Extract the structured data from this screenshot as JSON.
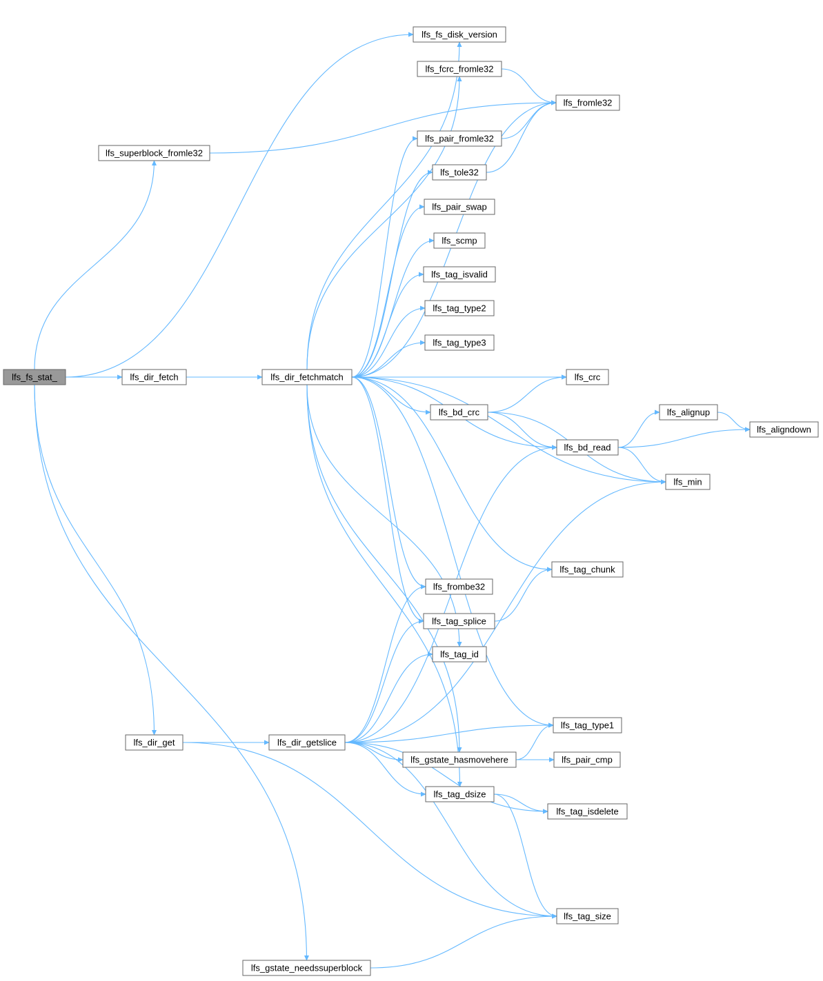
{
  "graph": {
    "root": "lfs_fs_stat_",
    "nodes": [
      {
        "id": "lfs_fs_stat_",
        "label": "lfs_fs_stat_"
      },
      {
        "id": "lfs_superblock_fromle32",
        "label": "lfs_superblock_fromle32"
      },
      {
        "id": "lfs_dir_fetch",
        "label": "lfs_dir_fetch"
      },
      {
        "id": "lfs_dir_get",
        "label": "lfs_dir_get"
      },
      {
        "id": "lfs_gstate_needssuperblock",
        "label": "lfs_gstate_needssuperblock"
      },
      {
        "id": "lfs_dir_fetchmatch",
        "label": "lfs_dir_fetchmatch"
      },
      {
        "id": "lfs_dir_getslice",
        "label": "lfs_dir_getslice"
      },
      {
        "id": "lfs_fs_disk_version",
        "label": "lfs_fs_disk_version"
      },
      {
        "id": "lfs_fcrc_fromle32",
        "label": "lfs_fcrc_fromle32"
      },
      {
        "id": "lfs_pair_fromle32",
        "label": "lfs_pair_fromle32"
      },
      {
        "id": "lfs_tole32",
        "label": "lfs_tole32"
      },
      {
        "id": "lfs_pair_swap",
        "label": "lfs_pair_swap"
      },
      {
        "id": "lfs_scmp",
        "label": "lfs_scmp"
      },
      {
        "id": "lfs_tag_isvalid",
        "label": "lfs_tag_isvalid"
      },
      {
        "id": "lfs_tag_type2",
        "label": "lfs_tag_type2"
      },
      {
        "id": "lfs_tag_type3",
        "label": "lfs_tag_type3"
      },
      {
        "id": "lfs_bd_crc",
        "label": "lfs_bd_crc"
      },
      {
        "id": "lfs_frombe32",
        "label": "lfs_frombe32"
      },
      {
        "id": "lfs_tag_splice",
        "label": "lfs_tag_splice"
      },
      {
        "id": "lfs_tag_id",
        "label": "lfs_tag_id"
      },
      {
        "id": "lfs_gstate_hasmovehere",
        "label": "lfs_gstate_hasmovehere"
      },
      {
        "id": "lfs_tag_dsize",
        "label": "lfs_tag_dsize"
      },
      {
        "id": "lfs_fromle32",
        "label": "lfs_fromle32"
      },
      {
        "id": "lfs_crc",
        "label": "lfs_crc"
      },
      {
        "id": "lfs_bd_read",
        "label": "lfs_bd_read"
      },
      {
        "id": "lfs_tag_chunk",
        "label": "lfs_tag_chunk"
      },
      {
        "id": "lfs_tag_type1",
        "label": "lfs_tag_type1"
      },
      {
        "id": "lfs_pair_cmp",
        "label": "lfs_pair_cmp"
      },
      {
        "id": "lfs_tag_isdelete",
        "label": "lfs_tag_isdelete"
      },
      {
        "id": "lfs_tag_size",
        "label": "lfs_tag_size"
      },
      {
        "id": "lfs_alignup",
        "label": "lfs_alignup"
      },
      {
        "id": "lfs_min",
        "label": "lfs_min"
      },
      {
        "id": "lfs_aligndown",
        "label": "lfs_aligndown"
      }
    ],
    "edges": [
      [
        "lfs_fs_stat_",
        "lfs_superblock_fromle32"
      ],
      [
        "lfs_fs_stat_",
        "lfs_fs_disk_version"
      ],
      [
        "lfs_fs_stat_",
        "lfs_dir_fetch"
      ],
      [
        "lfs_fs_stat_",
        "lfs_dir_get"
      ],
      [
        "lfs_fs_stat_",
        "lfs_gstate_needssuperblock"
      ],
      [
        "lfs_superblock_fromle32",
        "lfs_fromle32"
      ],
      [
        "lfs_dir_fetch",
        "lfs_dir_fetchmatch"
      ],
      [
        "lfs_dir_fetchmatch",
        "lfs_fs_disk_version"
      ],
      [
        "lfs_dir_fetchmatch",
        "lfs_fcrc_fromle32"
      ],
      [
        "lfs_dir_fetchmatch",
        "lfs_fromle32"
      ],
      [
        "lfs_dir_fetchmatch",
        "lfs_pair_fromle32"
      ],
      [
        "lfs_dir_fetchmatch",
        "lfs_tole32"
      ],
      [
        "lfs_dir_fetchmatch",
        "lfs_pair_swap"
      ],
      [
        "lfs_dir_fetchmatch",
        "lfs_scmp"
      ],
      [
        "lfs_dir_fetchmatch",
        "lfs_tag_isvalid"
      ],
      [
        "lfs_dir_fetchmatch",
        "lfs_tag_type2"
      ],
      [
        "lfs_dir_fetchmatch",
        "lfs_tag_type3"
      ],
      [
        "lfs_dir_fetchmatch",
        "lfs_crc"
      ],
      [
        "lfs_dir_fetchmatch",
        "lfs_bd_crc"
      ],
      [
        "lfs_dir_fetchmatch",
        "lfs_bd_read"
      ],
      [
        "lfs_dir_fetchmatch",
        "lfs_min"
      ],
      [
        "lfs_dir_fetchmatch",
        "lfs_tag_chunk"
      ],
      [
        "lfs_dir_fetchmatch",
        "lfs_frombe32"
      ],
      [
        "lfs_dir_fetchmatch",
        "lfs_tag_splice"
      ],
      [
        "lfs_dir_fetchmatch",
        "lfs_tag_id"
      ],
      [
        "lfs_dir_fetchmatch",
        "lfs_tag_type1"
      ],
      [
        "lfs_dir_fetchmatch",
        "lfs_gstate_hasmovehere"
      ],
      [
        "lfs_dir_fetchmatch",
        "lfs_tag_dsize"
      ],
      [
        "lfs_fcrc_fromle32",
        "lfs_fromle32"
      ],
      [
        "lfs_pair_fromle32",
        "lfs_fromle32"
      ],
      [
        "lfs_tole32",
        "lfs_fromle32"
      ],
      [
        "lfs_bd_crc",
        "lfs_crc"
      ],
      [
        "lfs_bd_crc",
        "lfs_bd_read"
      ],
      [
        "lfs_bd_crc",
        "lfs_min"
      ],
      [
        "lfs_bd_read",
        "lfs_alignup"
      ],
      [
        "lfs_bd_read",
        "lfs_aligndown"
      ],
      [
        "lfs_bd_read",
        "lfs_min"
      ],
      [
        "lfs_alignup",
        "lfs_aligndown"
      ],
      [
        "lfs_tag_splice",
        "lfs_tag_chunk"
      ],
      [
        "lfs_dir_get",
        "lfs_dir_getslice"
      ],
      [
        "lfs_dir_get",
        "lfs_tag_size"
      ],
      [
        "lfs_dir_getslice",
        "lfs_frombe32"
      ],
      [
        "lfs_dir_getslice",
        "lfs_tag_splice"
      ],
      [
        "lfs_dir_getslice",
        "lfs_tag_id"
      ],
      [
        "lfs_dir_getslice",
        "lfs_bd_read"
      ],
      [
        "lfs_dir_getslice",
        "lfs_tag_type1"
      ],
      [
        "lfs_dir_getslice",
        "lfs_gstate_hasmovehere"
      ],
      [
        "lfs_dir_getslice",
        "lfs_tag_dsize"
      ],
      [
        "lfs_dir_getslice",
        "lfs_tag_isdelete"
      ],
      [
        "lfs_dir_getslice",
        "lfs_min"
      ],
      [
        "lfs_dir_getslice",
        "lfs_tag_size"
      ],
      [
        "lfs_gstate_hasmovehere",
        "lfs_tag_type1"
      ],
      [
        "lfs_gstate_hasmovehere",
        "lfs_pair_cmp"
      ],
      [
        "lfs_tag_dsize",
        "lfs_tag_isdelete"
      ],
      [
        "lfs_tag_dsize",
        "lfs_tag_size"
      ],
      [
        "lfs_gstate_needssuperblock",
        "lfs_tag_size"
      ]
    ]
  }
}
